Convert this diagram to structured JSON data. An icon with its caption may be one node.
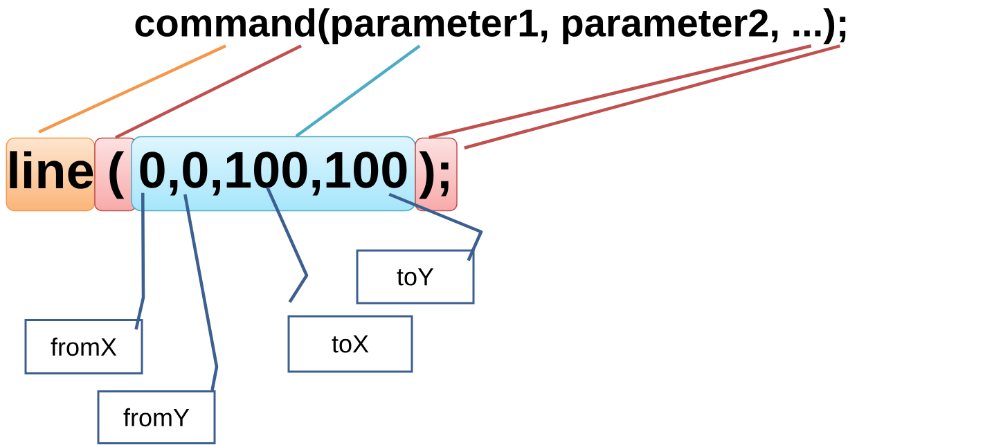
{
  "diagram": {
    "nodes": [
      {
        "text": [
          "command(parameter1, parameter2, ...);"
        ]
      },
      {
        "text": [
          "line"
        ]
      },
      {
        "text": [
          "("
        ]
      },
      {
        "text": [
          "0,0,100,100"
        ]
      },
      {
        "text": [
          ");"
        ]
      },
      {
        "text": [
          "toY"
        ]
      },
      {
        "text": [
          "fromX"
        ]
      },
      {
        "text": [
          "toX"
        ]
      },
      {
        "text": [
          "fromY"
        ]
      }
    ],
    "edges": [
      {
        "from": 0,
        "to": 1,
        "arrow": "none",
        "color": "#f79646"
      },
      {
        "from": 0,
        "to": 2,
        "arrow": "none",
        "color": "#c0504d"
      },
      {
        "from": 0,
        "to": 3,
        "arrow": "none",
        "color": "#4bacc6"
      },
      {
        "from": 0,
        "to": 4,
        "arrow": "none",
        "color": "#c0504d"
      },
      {
        "from": 0,
        "to": 4,
        "arrow": "none",
        "color": "#c0504d"
      },
      {
        "from": 5,
        "to": 3,
        "arrow": "none"
      },
      {
        "from": 6,
        "to": 3,
        "arrow": "none"
      },
      {
        "from": 7,
        "to": 3,
        "arrow": "none"
      },
      {
        "from": 8,
        "to": 3,
        "arrow": "none"
      }
    ]
  }
}
